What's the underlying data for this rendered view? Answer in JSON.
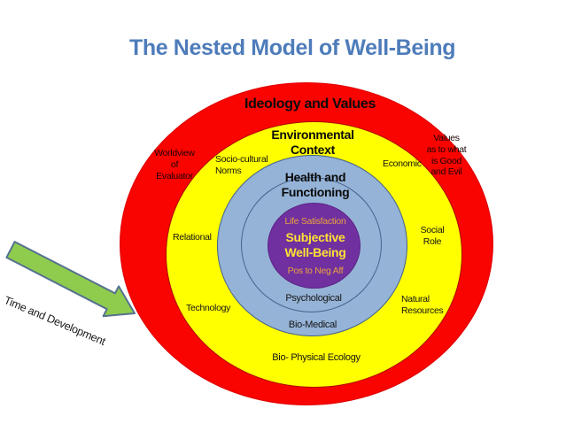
{
  "slide": {
    "title": "The Nested Model of Well-Being",
    "title_color": "#4E7CBA",
    "background_color": "#FFFFFF"
  },
  "diagram": {
    "rings": {
      "ideology": {
        "label": "Ideology and Values",
        "color": "#F90400"
      },
      "environmental": {
        "label": "Environmental\nContext",
        "color": "#FFFF00"
      },
      "health": {
        "label": "Health and\nFunctioning",
        "color": "#95B3D7"
      },
      "core": {
        "label": "Subjective\nWell-Being",
        "color": "#7030A0",
        "label_color": "#FFE135"
      }
    },
    "core_texts": {
      "life_satisfaction": "Life Satisfaction",
      "pos_to_neg": "Pos to Neg Aff",
      "text_color": "#E8A13D"
    },
    "sector_labels": {
      "worldview": "Worldview\nof\nEvaluator",
      "socio_cultural": "Socio-cultural\nNorms",
      "economic": "Economic",
      "values": "Values\nas to what\nis Good\nand Evil",
      "relational": "Relational",
      "social_role": "Social\nRole",
      "technology": "Technology",
      "natural_resources": "Natural\nResources",
      "psychological": "Psychological",
      "bio_medical": "Bio-Medical",
      "bio_physical_ecology": "Bio- Physical Ecology"
    },
    "arrow": {
      "label": "Time and Development",
      "fill_color": "#8FCC4E",
      "stroke_color": "#55718F"
    }
  }
}
